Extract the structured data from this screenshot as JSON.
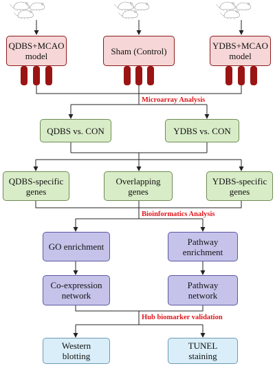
{
  "groups": {
    "qdbs": "QDBS+MCAO\nmodel",
    "sham": "Sham (Control)",
    "ydbs": "YDBS+MCAO\nmodel"
  },
  "stages": {
    "microarray": "Microarray Analysis",
    "bioinformatics": "Bioinformatics Analysis",
    "validation": "Hub biomarker validation"
  },
  "comparisons": {
    "qdbs": "QDBS vs. CON",
    "ydbs": "YDBS vs. CON"
  },
  "genes": {
    "qdbs_specific": "QDBS-specific\ngenes",
    "overlapping": "Overlapping\ngenes",
    "ydbs_specific": "YDBS-specific\ngenes"
  },
  "analysis": {
    "go": "GO enrichment",
    "pathway_enrichment": "Pathway\nenrichment",
    "coexpression": "Co-expression\nnetwork",
    "pathway_network": "Pathway\nnetwork"
  },
  "validation": {
    "western": "Western\nblotting",
    "tunel": "TUNEL\nstaining"
  },
  "colors": {
    "tube": "#9b1414",
    "stage_label": "#e0161b",
    "line": "#222222"
  }
}
